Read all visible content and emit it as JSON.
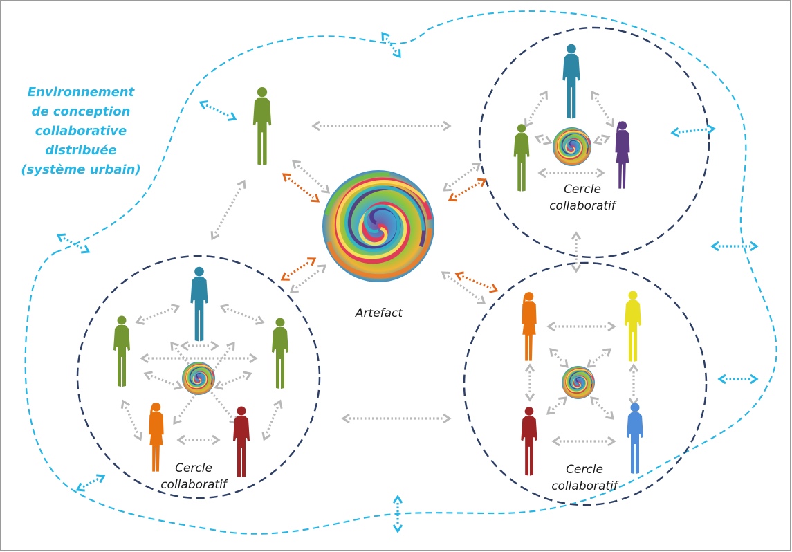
{
  "environment": {
    "lines": [
      "Environnement",
      "de conception",
      "collaborative",
      "distribuée",
      "(système urbain)"
    ]
  },
  "artefact_label": "Artefact",
  "circles": {
    "top_right": [
      "Cercle",
      "collaboratif"
    ],
    "bottom_left": [
      "Cercle",
      "collaboratif"
    ],
    "bottom_right": [
      "Cercle",
      "collaboratif"
    ]
  },
  "colors": {
    "environment_border": "#26b6e6",
    "circle_border": "#2e3f66",
    "arrow_grey": "#b8b8b8",
    "arrow_orange": "#e0661c",
    "person_green": "#739633",
    "person_teal": "#2e86a5",
    "person_purple": "#5c3b80",
    "person_orange": "#e8730e",
    "person_red": "#9c2424",
    "person_yellow": "#e8df22",
    "person_blue": "#4f8cd9"
  }
}
